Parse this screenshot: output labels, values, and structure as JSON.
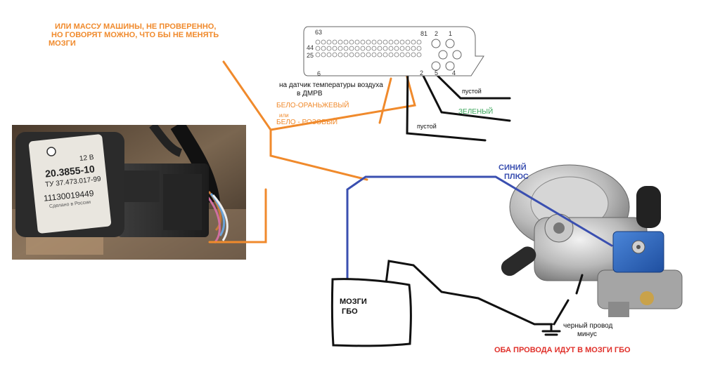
{
  "notes": {
    "top_orange_line1": "ИЛИ  МАССУ  МАШИНЫ,  НЕ  ПРОВЕРЕННО,",
    "top_orange_line2": "НО ГОВОРЯТ МОЖНО, ЧТО БЫ  НЕ МЕНЯТЬ",
    "top_orange_line3": "МОЗГИ",
    "air_temp_line1": "на датчик температуры воздуха",
    "air_temp_line2": "в ДМРВ",
    "wire_white_orange": "БЕЛО-ОРАНЬЖЕВЫЙ",
    "wire_or": "или",
    "wire_white_pink": "БЕЛО - РОЗОВЫЙ",
    "empty_1": "пустой",
    "green": "ЗЕЛЕНЫЙ",
    "empty_2": "пустой",
    "blue_line1": "СИНИЙ",
    "blue_line2": "ПЛЮС",
    "ecu_line1": "МОЗГИ",
    "ecu_line2": "ГБО",
    "black_wire_line1": "черный провод",
    "black_wire_line2": "минус",
    "both_wires": "ОБА ПРОВОДА  ИДУТ В МОЗГИ ГБО"
  },
  "connector_pins": {
    "p63": "63",
    "p81": "81",
    "p2": "2",
    "p1": "1",
    "p44": "44",
    "p25": "25",
    "p6": "6",
    "p2b": "2",
    "p5": "5",
    "p4": "4"
  },
  "sensor_label": {
    "code": "20.3855-10",
    "voltage": "12 В",
    "spec": "ТУ 37.473.017-99",
    "serial": "11130019449",
    "origin": "Сделано в России"
  },
  "colors": {
    "orange": "#f08a2c",
    "blue": "#3a4fb0",
    "black": "#111111",
    "green": "#3aa55a",
    "red": "#e0302a"
  }
}
